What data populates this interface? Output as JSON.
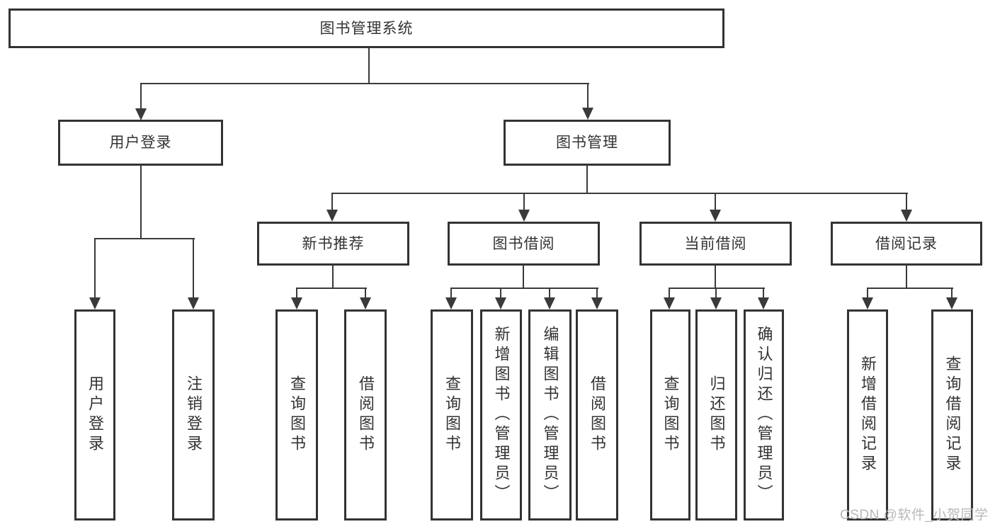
{
  "tree": {
    "label": "图书管理系统",
    "children": [
      {
        "label": "用户登录",
        "children": [
          {
            "label": "用户登录"
          },
          {
            "label": "注销登录"
          }
        ]
      },
      {
        "label": "图书管理",
        "children": [
          {
            "label": "新书推荐",
            "children": [
              {
                "label": "查询图书"
              },
              {
                "label": "借阅图书"
              }
            ]
          },
          {
            "label": "图书借阅",
            "children": [
              {
                "label": "查询图书"
              },
              {
                "label": "新增图书（管理员）"
              },
              {
                "label": "编辑图书（管理员）"
              },
              {
                "label": "借阅图书"
              }
            ]
          },
          {
            "label": "当前借阅",
            "children": [
              {
                "label": "查询图书"
              },
              {
                "label": "归还图书"
              },
              {
                "label": "确认归还（管理员）"
              }
            ]
          },
          {
            "label": "借阅记录",
            "children": [
              {
                "label": "新增借阅记录"
              },
              {
                "label": "查询借阅记录"
              }
            ]
          }
        ]
      }
    ]
  },
  "watermark": {
    "text": "CSDN @软件_小贺同学"
  },
  "colors": {
    "line": "#3a3a3a",
    "box_border": "#333333",
    "text": "#333333",
    "watermark": "#b8b8b8",
    "background": "#ffffff"
  }
}
